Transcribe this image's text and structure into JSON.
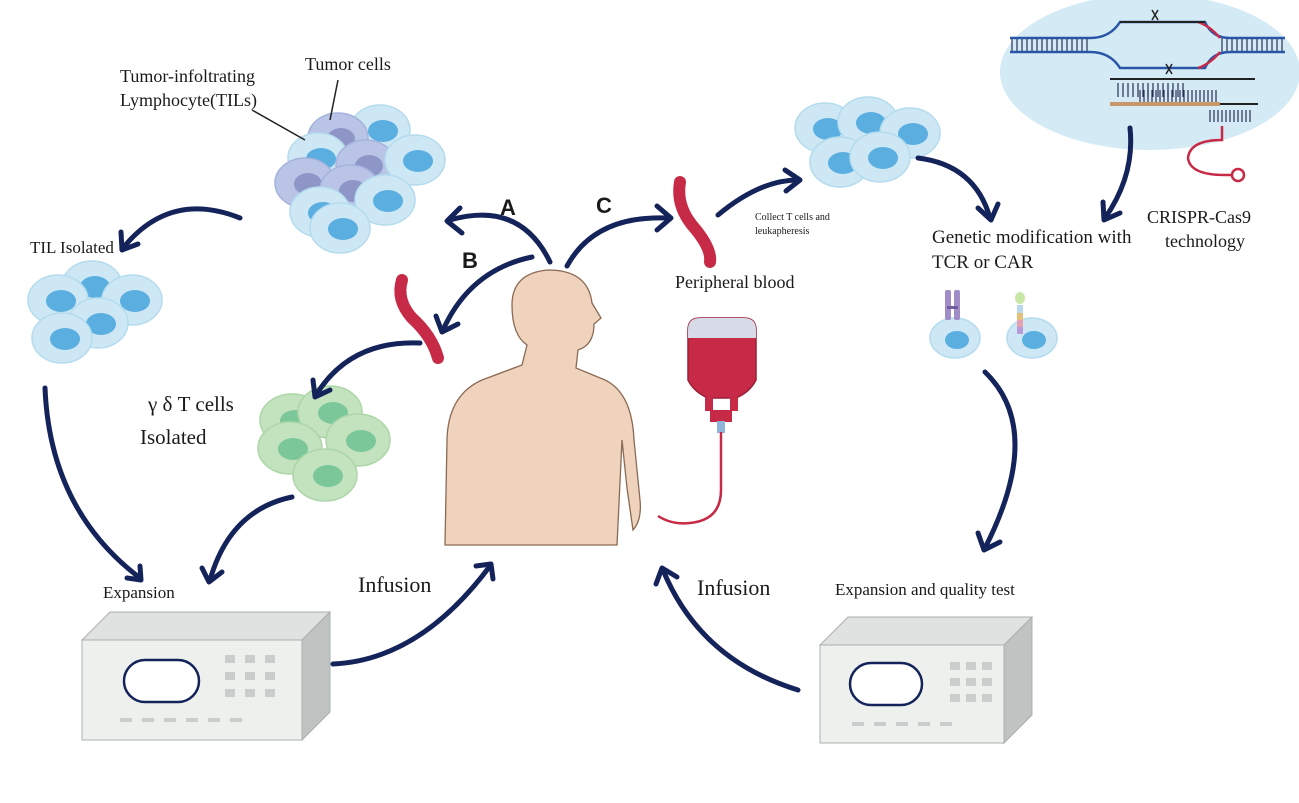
{
  "labels": {
    "tumor_cells": "Tumor cells",
    "tils_line1": "Tumor-infoltrating",
    "tils_line2": "Lymphocyte(TILs)",
    "til_isolated": "TIL Isolated",
    "gd_line1": "γ  δ T cells",
    "gd_line2": "Isolated",
    "expansion_left": "Expansion",
    "infusion_left": "Infusion",
    "infusion_right": "Infusion",
    "expansion_right": "Expansion and quality test",
    "peripheral_blood": "Peripheral blood",
    "collect_line1": "Collect T cells and",
    "collect_line2": "leukapheresis",
    "genetic_line1": "Genetic modification with",
    "genetic_line2": "TCR or CAR",
    "crispr_line1": "CRISPR-Cas9",
    "crispr_line2": "technology",
    "route_a": "A",
    "route_b": "B",
    "route_c": "C"
  },
  "colors": {
    "arrow": "#14235a",
    "cell_outer": "#cde8f4",
    "cell_nucleus": "#5aaee0",
    "tumor_outer": "#b9c4e6",
    "tumor_nucleus": "#8e96c8",
    "gd_outer": "#c3e3bf",
    "gd_nucleus": "#7cc79a",
    "blood": "#c72a46",
    "skin": "#f0d3bd",
    "machine": "#eef0ee"
  }
}
